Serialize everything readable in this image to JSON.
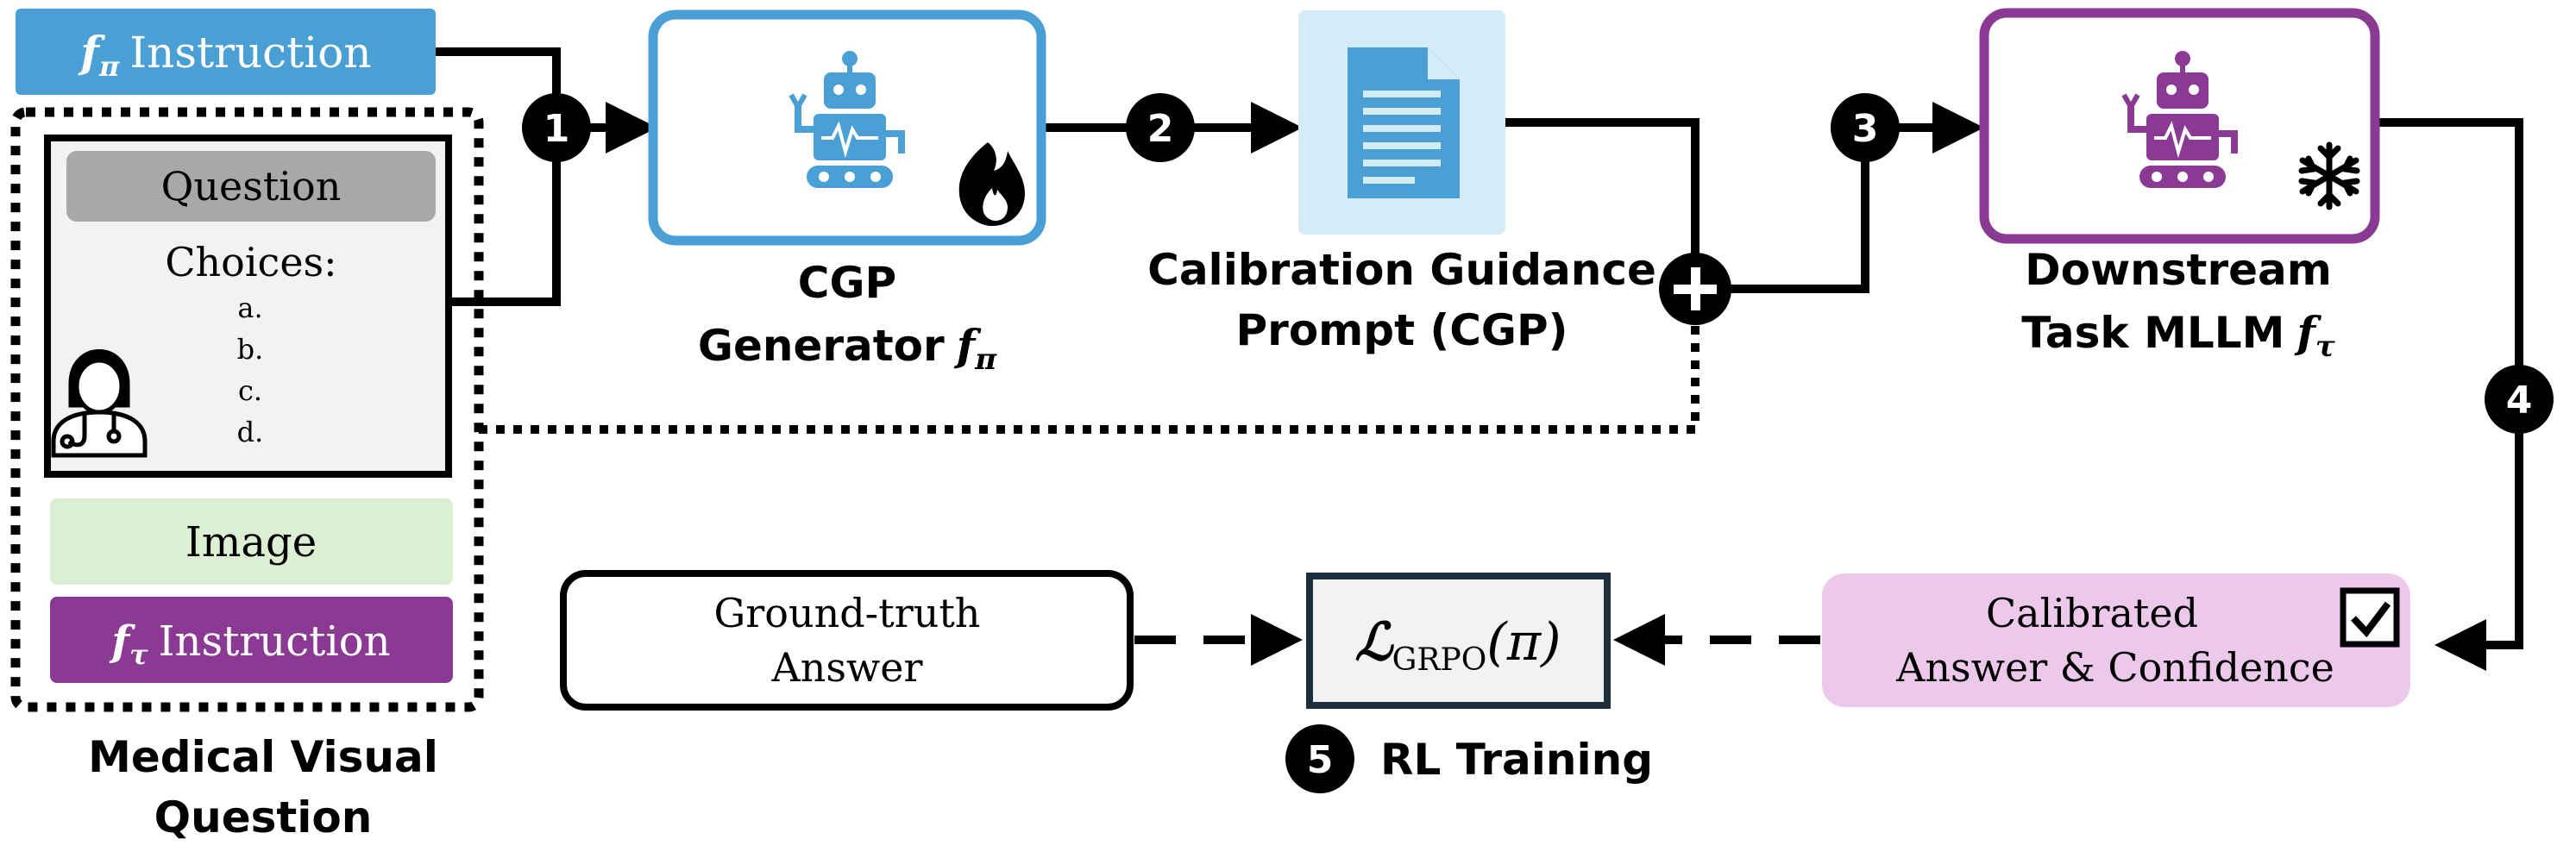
{
  "inputs": {
    "policy_instruction": {
      "symbol": "f",
      "subscript": "π",
      "label": "Instruction"
    },
    "question_label": "Question",
    "choices_label": "Choices:",
    "choices": [
      "a.",
      "b.",
      "c.",
      "d."
    ],
    "image_label": "Image",
    "task_instruction": {
      "symbol": "f",
      "subscript": "τ",
      "label": "Instruction"
    },
    "caption_line1": "Medical Visual",
    "caption_line2": "Question"
  },
  "cgp_generator": {
    "line1": "CGP",
    "line2": "Generator",
    "symbol": "f",
    "subscript": "π",
    "status_icon": "flame-icon"
  },
  "cgp_document": {
    "line1": "Calibration Guidance",
    "line2": "Prompt (CGP)",
    "icon": "document-icon"
  },
  "downstream": {
    "line1": "Downstream",
    "line2": "Task MLLM",
    "symbol": "f",
    "subscript": "τ",
    "status_icon": "snowflake-icon"
  },
  "output": {
    "line1": "Calibrated",
    "line2": "Answer & Confidence",
    "icon": "checkbox-icon"
  },
  "ground_truth": {
    "line1": "Ground-truth",
    "line2": "Answer"
  },
  "loss": {
    "symbol": "ℒ",
    "subscript": "GRPO",
    "argument": "(π)"
  },
  "training": {
    "step": "5",
    "label": "RL Training"
  },
  "steps": [
    "1",
    "2",
    "3",
    "4"
  ],
  "colors": {
    "blue": "#4a9fd5",
    "light_blue": "#d4ecf8",
    "purple": "#8b3a93",
    "light_purple": "#ecc9ea",
    "light_green": "#dcefd3",
    "gray_fill": "#f2f2f2",
    "gray_header": "#a8a8a8",
    "black": "#000000"
  }
}
